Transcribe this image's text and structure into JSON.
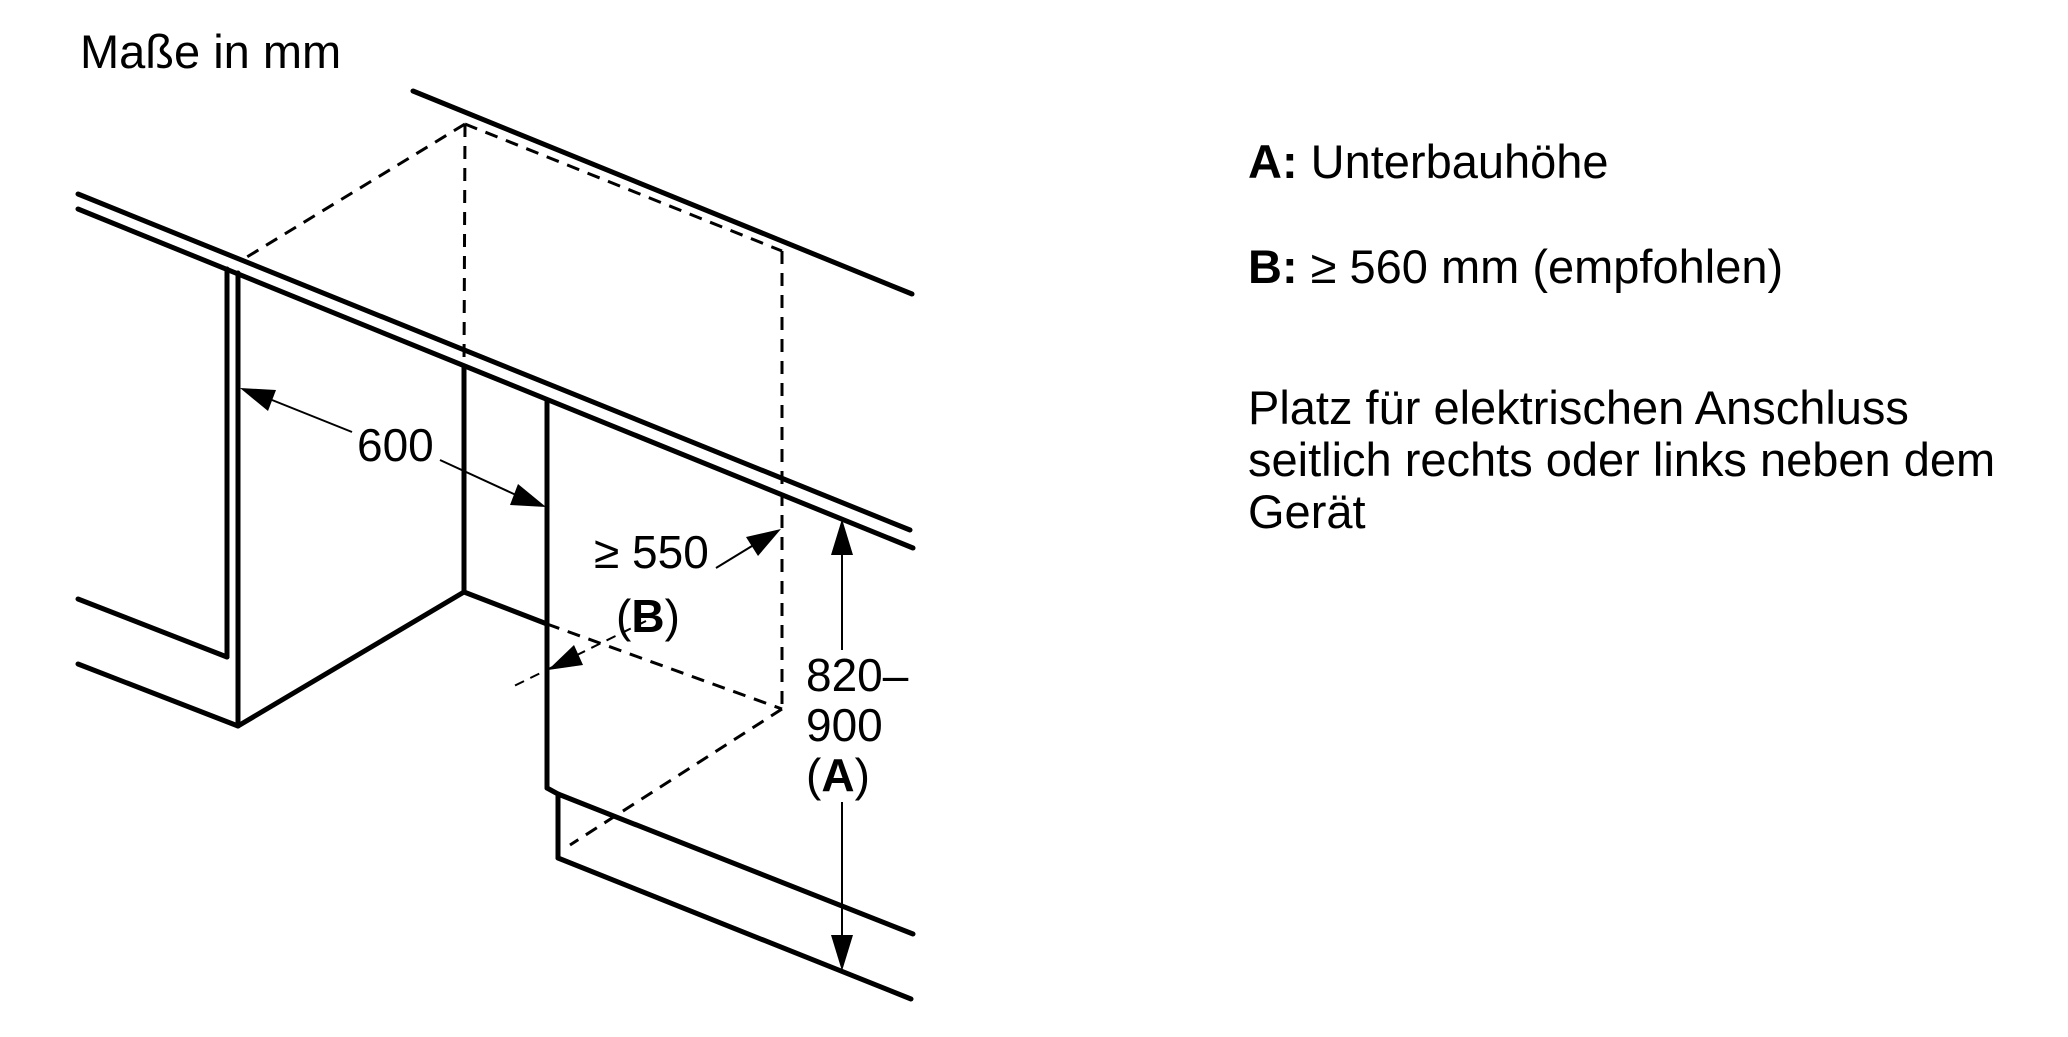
{
  "meta": {
    "units_label": "Maße in mm"
  },
  "diagram": {
    "dim_width": {
      "value": "600"
    },
    "dim_depth": {
      "value": "≥ 550",
      "ref_open": "(",
      "ref_letter": "B",
      "ref_close": ")"
    },
    "dim_height": {
      "line1": "820–",
      "line2": "900",
      "ref_open": "(",
      "ref_letter": "A",
      "ref_close": ")"
    }
  },
  "legend": {
    "a": {
      "key": "A:",
      "text": " Unterbauhöhe"
    },
    "b": {
      "key": "B:",
      "text": " ≥ 560 mm (empfohlen)"
    },
    "note_lines": [
      "Platz für elektrischen Anschluss",
      "seitlich rechts oder links neben dem",
      "Gerät"
    ]
  },
  "colors": {
    "line": "#000000",
    "background": "#ffffff"
  }
}
